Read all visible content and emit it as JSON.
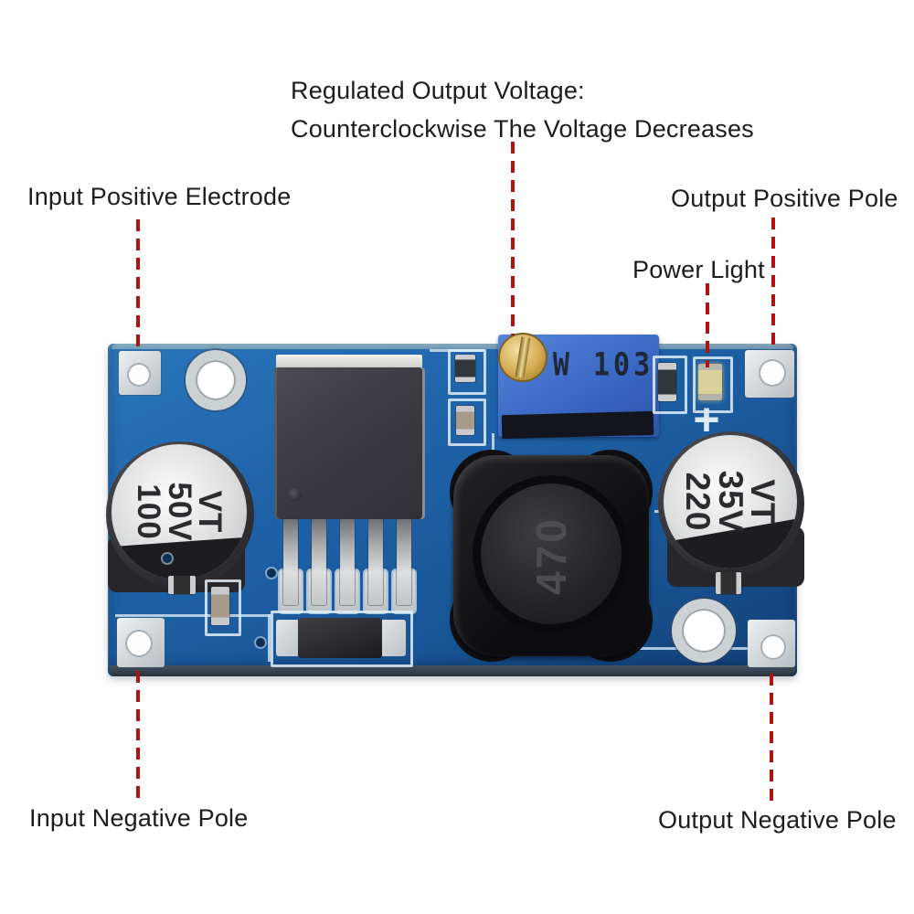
{
  "annotations": {
    "regulated_line1": "Regulated Output Voltage:",
    "regulated_line2": "Counterclockwise The Voltage Decreases",
    "input_positive": "Input Positive Electrode",
    "output_positive": "Output Positive Pole",
    "power_light": "Power Light",
    "input_negative": "Input Negative Pole",
    "output_negative": "Output Negative Pole"
  },
  "board": {
    "trimmer_marking": "W 103",
    "inductor_marking": "470",
    "input_capacitor_lines": [
      "100",
      "50V",
      "VT"
    ],
    "output_capacitor_lines": [
      "220",
      "35V",
      "VT"
    ],
    "silkscreen_plus": "+"
  },
  "colors": {
    "background": "#ffffff",
    "annotation_text": "#1c1c1c",
    "leader_line_red": "#b11212",
    "pcb_blue": "#1f63a9",
    "pcb_blue_dark": "#123f78",
    "silkscreen_blue": "#d7e8f5",
    "trimmer_blue": "#3a68c4",
    "screw_gold": "#d3aa50",
    "capacitor_silver": "#dcdddd",
    "inductor_black": "#101012",
    "ic_gray": "#3a3a40",
    "led_yellow": "#d8d199"
  }
}
